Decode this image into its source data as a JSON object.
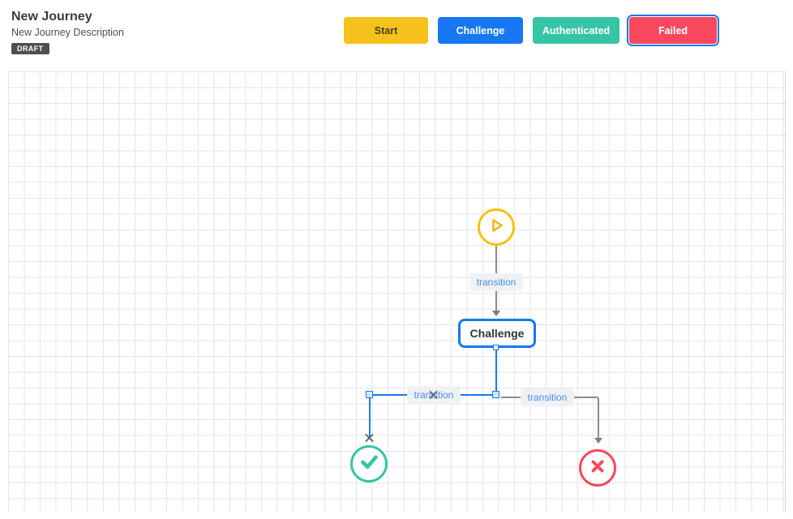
{
  "header": {
    "title": "New Journey",
    "subtitle": "New Journey Description",
    "status_badge": "DRAFT",
    "palette": [
      {
        "label": "Start",
        "color": "#f5c21b",
        "selected": false
      },
      {
        "label": "Challenge",
        "color": "#1877f2",
        "selected": false
      },
      {
        "label": "Authenticated",
        "color": "#36c4a6",
        "selected": false
      },
      {
        "label": "Failed",
        "color": "#f9485d",
        "selected": true
      }
    ]
  },
  "canvas": {
    "colors": {
      "edge": "#8c8c8c",
      "selected_edge": "#1877f2",
      "label_text": "#4a8fe2",
      "grid_line": "#e4e6e8"
    },
    "nodes": [
      {
        "id": "start",
        "type": "start",
        "icon": "play-icon",
        "color": "#f5c21b"
      },
      {
        "id": "challenge",
        "type": "challenge",
        "label": "Challenge",
        "color": "#1877f2",
        "selected": true
      },
      {
        "id": "authenticated",
        "type": "authenticated",
        "icon": "check-icon",
        "color": "#36c4a6"
      },
      {
        "id": "failed",
        "type": "failed",
        "icon": "x-icon",
        "color": "#f9485d"
      }
    ],
    "transitions": [
      {
        "label": "transition",
        "from": "start",
        "to": "challenge",
        "selected": false
      },
      {
        "label": "transition",
        "from": "challenge",
        "to": "authenticated",
        "selected": true
      },
      {
        "label": "transition",
        "from": "challenge",
        "to": "failed",
        "selected": false
      }
    ]
  }
}
